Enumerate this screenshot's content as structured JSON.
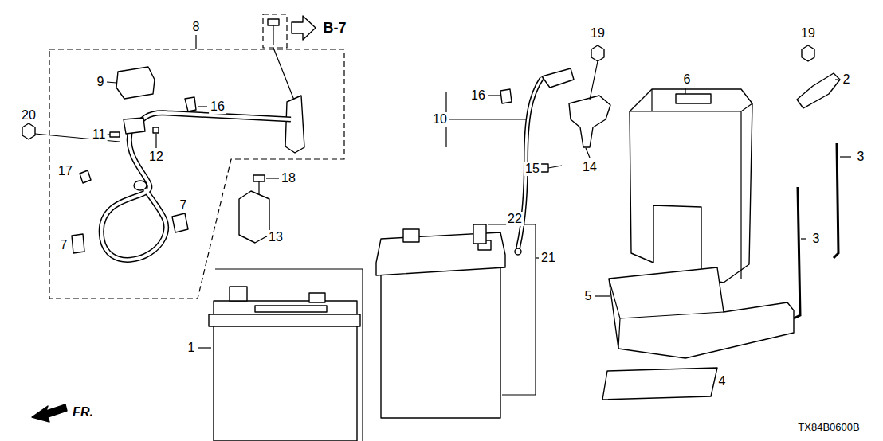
{
  "diagram": {
    "labels": [
      "8",
      "B-7",
      "19",
      "19",
      "2",
      "9",
      "6",
      "16",
      "16",
      "10",
      "20",
      "11",
      "12",
      "14",
      "15",
      "3",
      "17",
      "18",
      "7",
      "22",
      "21",
      "13",
      "7",
      "3",
      "5",
      "1",
      "4",
      "FR.",
      "TX84B0600B"
    ]
  }
}
